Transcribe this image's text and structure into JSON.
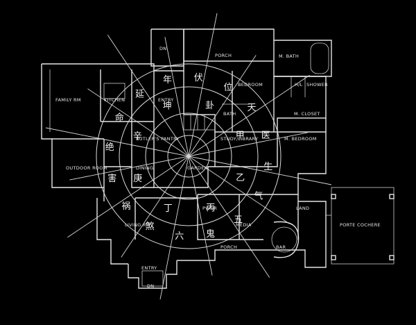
{
  "rooms": {
    "porch_top": "PORCH",
    "m_bath": "M. BATH",
    "bedroom": "BEDROOM",
    "hall_shower": "H/L",
    "shower": "SHOWER",
    "family_rm": "FAMILY RM",
    "kitchen": "KITCHEN",
    "entry_top": "ENTRY",
    "bath": "BATH",
    "m_closet": "M. CLOSET",
    "m_bedroom": "M. BEDROOM",
    "butlers_pantry": "BUTLER'S PANTRY",
    "study_library": "STUDY/LIBRARY",
    "outdoor_room": "OUTDOOR ROOM",
    "dining": "DINING",
    "garden": "GARDEN",
    "powder": "PWDR",
    "media": "MEDIA",
    "land": "LAND",
    "porte_cochere": "PORTE COCHERE",
    "living_rm": "LIVING RM",
    "porch_bottom": "PORCH",
    "bar": "BAR",
    "entry_bottom": "ENTRY",
    "dn_top": "DN",
    "dn_bottom": "DN"
  },
  "trigrams": [
    "伏",
    "位",
    "天",
    "医",
    "生",
    "气",
    "五",
    "鬼",
    "六",
    "煞",
    "祸",
    "害",
    "绝",
    "命",
    "延",
    "年"
  ],
  "palace_labels": [
    "坤",
    "卦",
    "甲",
    "乙",
    "丙",
    "丁",
    "庚",
    "辛"
  ]
}
